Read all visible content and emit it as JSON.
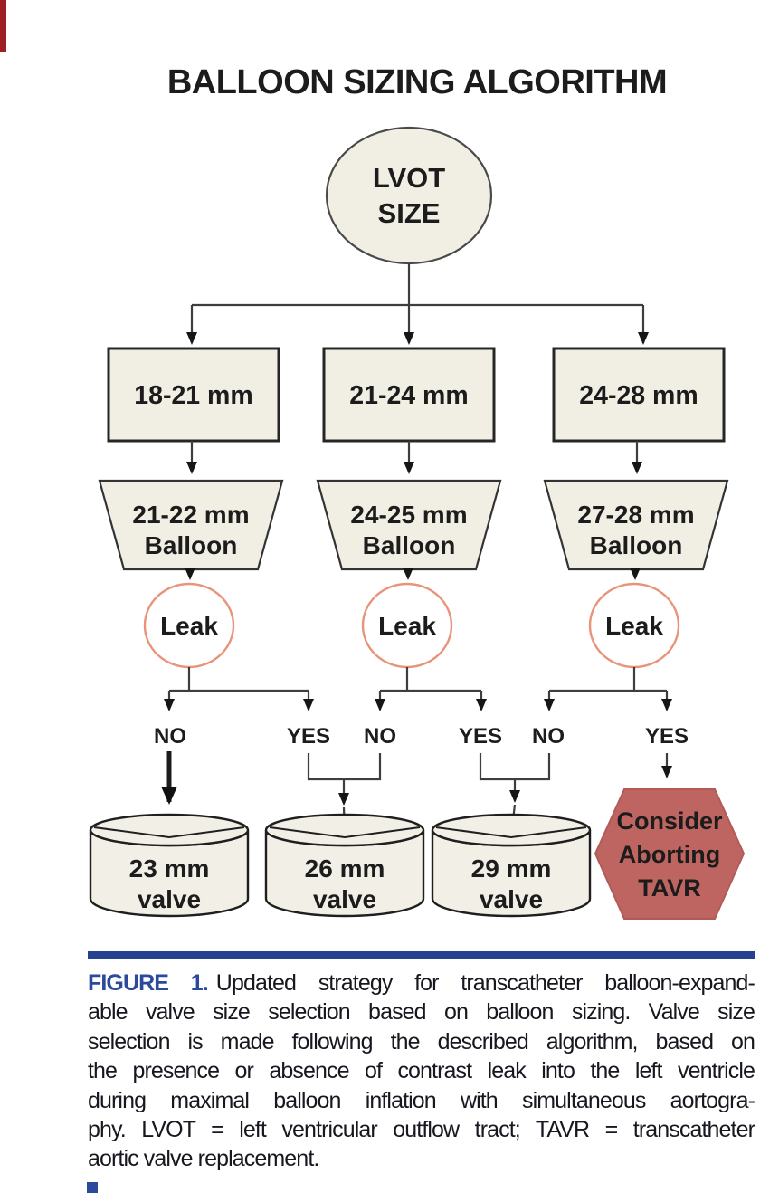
{
  "figure": {
    "title": "BALLOON SIZING ALGORITHM"
  },
  "flowchart": {
    "root": {
      "line1": "LVOT",
      "line2": "SIZE"
    },
    "columns": [
      {
        "lvot_range": "18-21 mm",
        "balloon_size": "21-22 mm",
        "balloon_word": "Balloon",
        "leak_label": "Leak",
        "no_label": "NO",
        "yes_label": "YES"
      },
      {
        "lvot_range": "21-24 mm",
        "balloon_size": "24-25 mm",
        "balloon_word": "Balloon",
        "leak_label": "Leak",
        "no_label": "NO",
        "yes_label": "YES"
      },
      {
        "lvot_range": "24-28 mm",
        "balloon_size": "27-28 mm",
        "balloon_word": "Balloon",
        "leak_label": "Leak",
        "no_label": "NO",
        "yes_label": "YES"
      }
    ],
    "valves": [
      {
        "size": "23 mm",
        "word": "valve"
      },
      {
        "size": "26 mm",
        "word": "valve"
      },
      {
        "size": "29 mm",
        "word": "valve"
      }
    ],
    "abort": {
      "line1": "Consider",
      "line2": "Aborting",
      "line3": "TAVR"
    }
  },
  "caption": {
    "figure_label": "FIGURE 1.",
    "lines": [
      "Updated strategy for transcatheter balloon-expand-",
      "able valve size selection based on balloon sizing. Valve size",
      "selection is made following the described algorithm, based on",
      "the presence or absence of contrast leak into the left ventricle",
      "during maximal balloon inflation with simultaneous aortogra-",
      "phy. LVOT = left ventricular outflow tract; TAVR = transcatheter",
      "aortic valve replacement."
    ]
  },
  "colors": {
    "node_fill": "#f1eee4",
    "leak_ring": "#e8937a",
    "abort_hexagon": "#bf6561",
    "abort_text": "#f3ece6",
    "divider_rule": "#24408e",
    "figure_label": "#2b4a9c",
    "caption_text": "#17171f",
    "edge_mark_red": "#9e1f23",
    "edge_mark_blue": "#2b4a9c"
  }
}
